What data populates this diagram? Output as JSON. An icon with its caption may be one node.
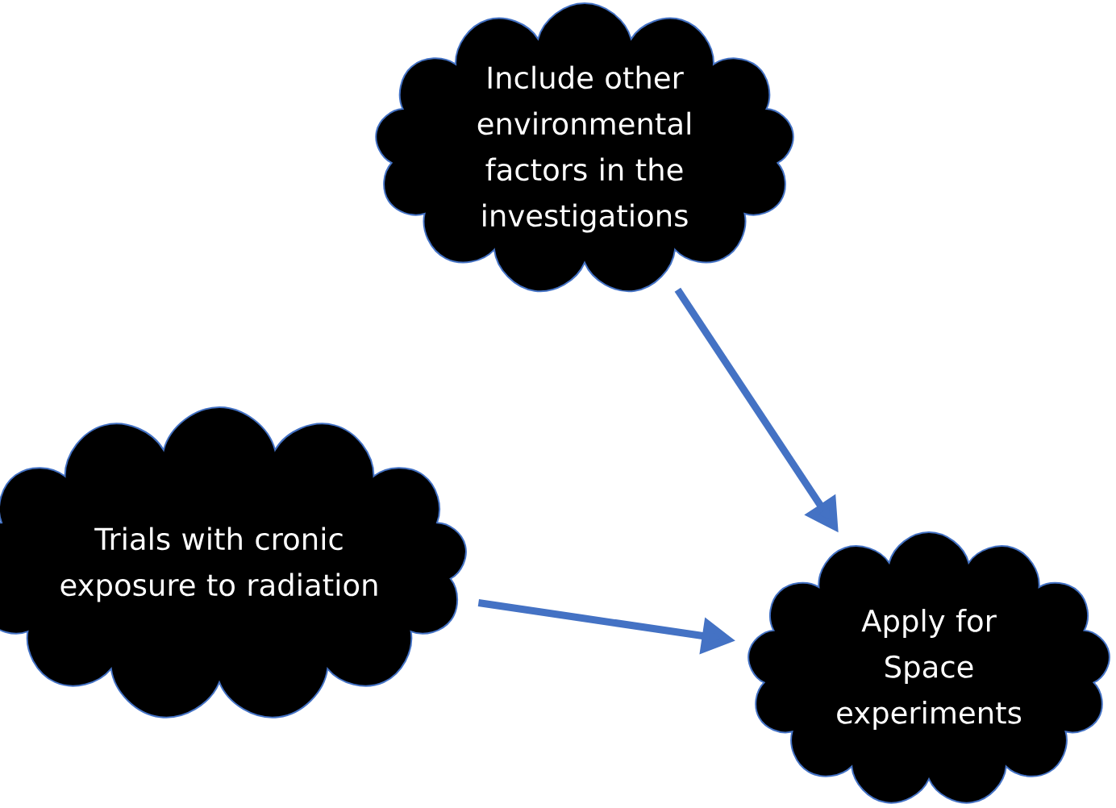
{
  "diagram": {
    "nodes": [
      {
        "text": [
          "Include other environmental factors in the investigations"
        ]
      },
      {
        "text": [
          "Trials with cronic exposure to radiation"
        ]
      },
      {
        "text": [
          "Apply for Space experiments"
        ]
      }
    ],
    "edges": [
      {
        "from": 0,
        "to": 2,
        "arrow": "to"
      },
      {
        "from": 1,
        "to": 2,
        "arrow": "to"
      }
    ]
  }
}
